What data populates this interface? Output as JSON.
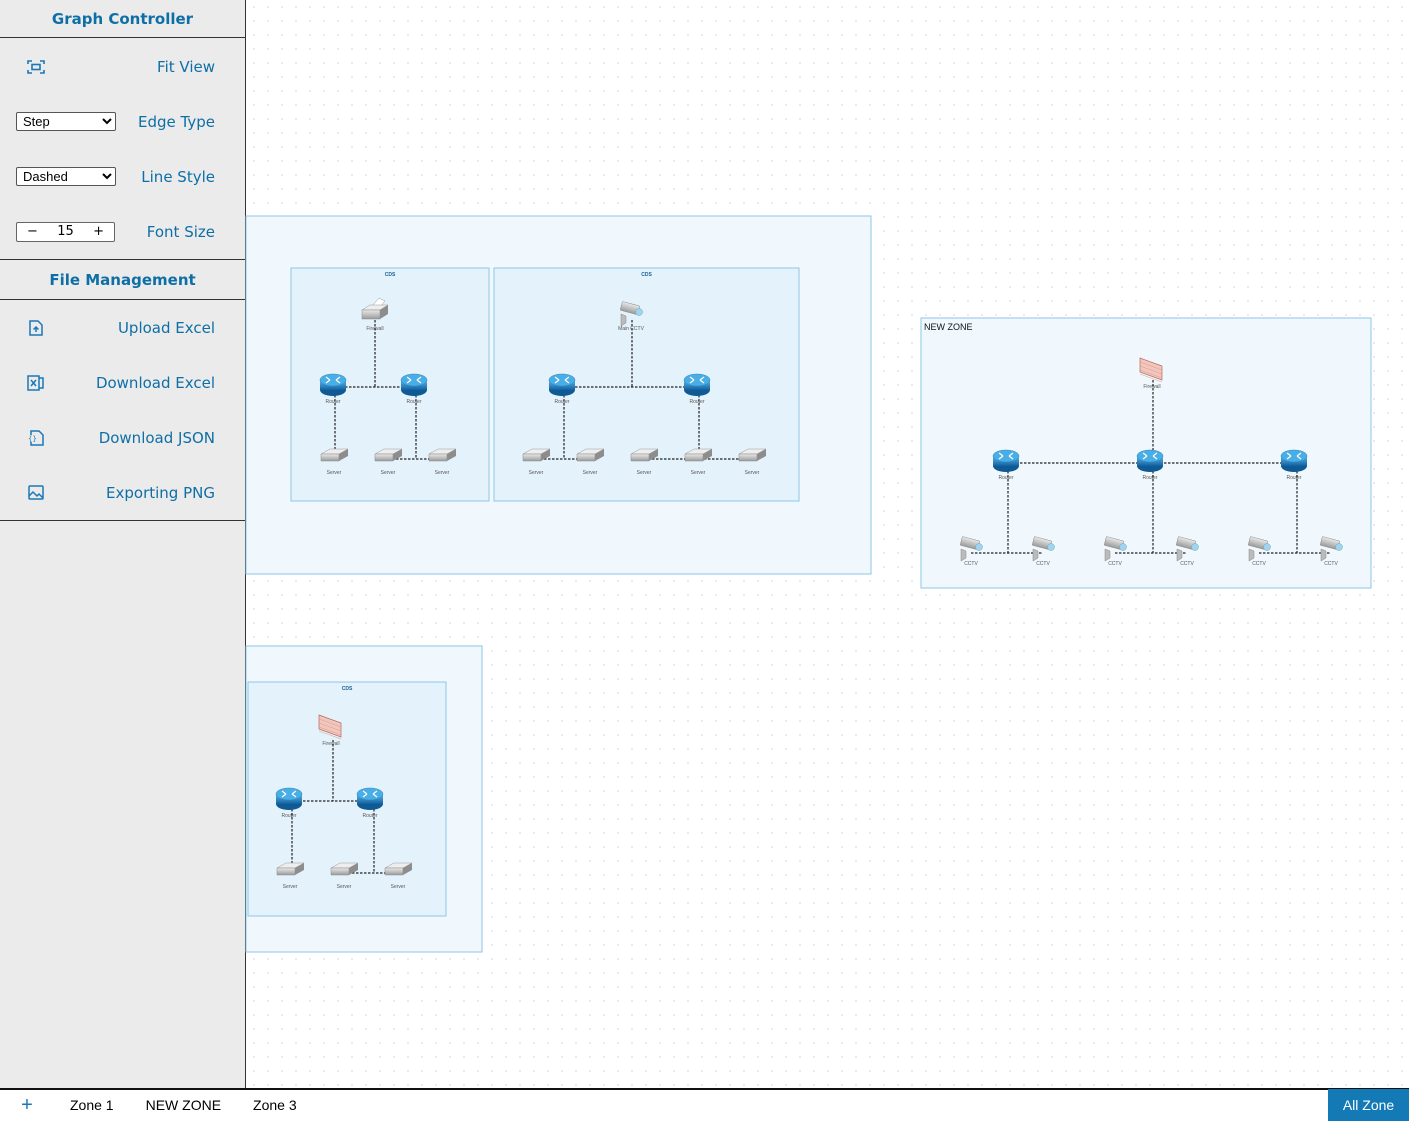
{
  "sidebar": {
    "graph_controller_title": "Graph Controller",
    "fit_view": "Fit View",
    "edge_type": {
      "label": "Edge Type",
      "value": "Step"
    },
    "line_style": {
      "label": "Line Style",
      "value": "Dashed"
    },
    "font_size": {
      "label": "Font Size",
      "value": "15",
      "minus": "−",
      "plus": "+"
    },
    "file_management_title": "File Management",
    "file_items": [
      {
        "label": "Upload Excel",
        "icon": "file-upload-icon"
      },
      {
        "label": "Download Excel",
        "icon": "excel-icon"
      },
      {
        "label": "Download JSON",
        "icon": "json-file-icon"
      },
      {
        "label": "Exporting PNG",
        "icon": "image-icon"
      }
    ]
  },
  "bottom_bar": {
    "add": "+",
    "tabs": [
      "Zone 1",
      "NEW ZONE",
      "Zone 3"
    ],
    "all_zone": "All Zone"
  },
  "canvas": {
    "zones": [
      {
        "label": "",
        "groups": [
          {
            "title": "CDS",
            "nodes": [
              {
                "label": "Firewall",
                "type": "printer"
              },
              {
                "label": "Router",
                "type": "router"
              },
              {
                "label": "Router",
                "type": "router"
              },
              {
                "label": "Server",
                "type": "server"
              },
              {
                "label": "Server",
                "type": "server"
              },
              {
                "label": "Server",
                "type": "server"
              }
            ]
          },
          {
            "title": "CDS",
            "nodes": [
              {
                "label": "Main CCTV",
                "type": "cctv"
              },
              {
                "label": "Router",
                "type": "router"
              },
              {
                "label": "Router",
                "type": "router"
              },
              {
                "label": "Server",
                "type": "server"
              },
              {
                "label": "Server",
                "type": "server"
              },
              {
                "label": "Server",
                "type": "server"
              },
              {
                "label": "Server",
                "type": "server"
              },
              {
                "label": "Server",
                "type": "server"
              }
            ]
          }
        ]
      },
      {
        "label": "NEW ZONE",
        "groups": [
          {
            "title": "",
            "nodes": [
              {
                "label": "Firewall",
                "type": "firewall"
              },
              {
                "label": "Router",
                "type": "router"
              },
              {
                "label": "Router",
                "type": "router"
              },
              {
                "label": "Router",
                "type": "router"
              },
              {
                "label": "CCTV",
                "type": "cctv"
              },
              {
                "label": "CCTV",
                "type": "cctv"
              },
              {
                "label": "CCTV",
                "type": "cctv"
              },
              {
                "label": "CCTV",
                "type": "cctv"
              },
              {
                "label": "CCTV",
                "type": "cctv"
              },
              {
                "label": "CCTV",
                "type": "cctv"
              }
            ]
          }
        ]
      },
      {
        "label": "",
        "groups": [
          {
            "title": "CDS",
            "nodes": [
              {
                "label": "Firewall",
                "type": "firewall"
              },
              {
                "label": "Router",
                "type": "router"
              },
              {
                "label": "Router",
                "type": "router"
              },
              {
                "label": "Server",
                "type": "server"
              },
              {
                "label": "Server",
                "type": "server"
              },
              {
                "label": "Server",
                "type": "server"
              }
            ]
          }
        ]
      }
    ]
  }
}
